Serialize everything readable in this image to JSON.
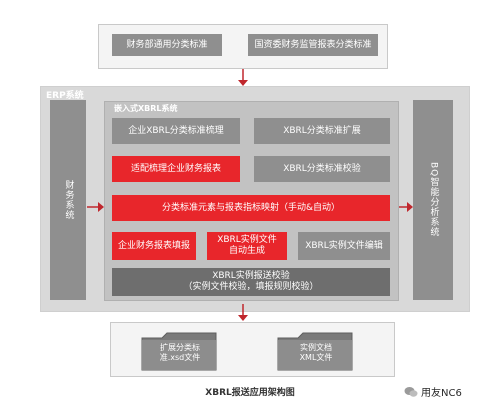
{
  "top_sources": {
    "left": "财务部通用分类标准",
    "right": "国资委财务监管报表分类标准"
  },
  "erp": {
    "title": "ERP系统",
    "left_column": "财务系统",
    "right_column": "BQ智能分析系统"
  },
  "embedded": {
    "title": "嵌入式XBRL系统",
    "row1": [
      "企业XBRL分类标准梳理",
      "XBRL分类标准扩展"
    ],
    "row2": [
      "适配梳理企业财务报表",
      "XBRL分类标准校验"
    ],
    "row3": "分类标准元素与报表指标映射（手动&自动）",
    "row4": [
      "企业财务报表填报",
      "XBRL实例文件\n自动生成",
      "XBRL实例文件编辑"
    ],
    "row5": "XBRL实例报送校验\n（实例文件校验，填报规则校验）"
  },
  "outputs": {
    "file1": "扩展分类标\n准.xsd文件",
    "file2": "实例文档\nXML文件"
  },
  "caption": "XBRL报送应用架构图",
  "watermark": "用友NC6"
}
